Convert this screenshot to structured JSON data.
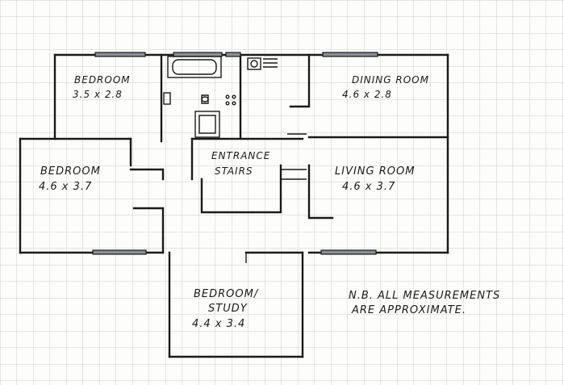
{
  "rooms": {
    "bedroom_top": {
      "name": "BEDROOM",
      "size": "3.5 x 2.8"
    },
    "bedroom_left": {
      "name": "BEDROOM",
      "size": "4.6 x 3.7"
    },
    "dining": {
      "name": "DINING ROOM",
      "size": "4.6 x 2.8"
    },
    "living": {
      "name": "LIVING ROOM",
      "size": "4.6 x 3.7"
    },
    "entrance": {
      "name_line1": "ENTRANCE",
      "name_line2": "STAIRS"
    },
    "study": {
      "name_line1": "BEDROOM/",
      "name_line2": "STUDY",
      "size": "4.4 x 3.4"
    }
  },
  "note": {
    "line1": "N.B. ALL MEASUREMENTS",
    "line2": "ARE APPROXIMATE."
  },
  "colors": {
    "ink": "#1a1a1a",
    "window": "#8a8f94",
    "grid": "#c9ced3",
    "paper": "#fdfdfb"
  }
}
